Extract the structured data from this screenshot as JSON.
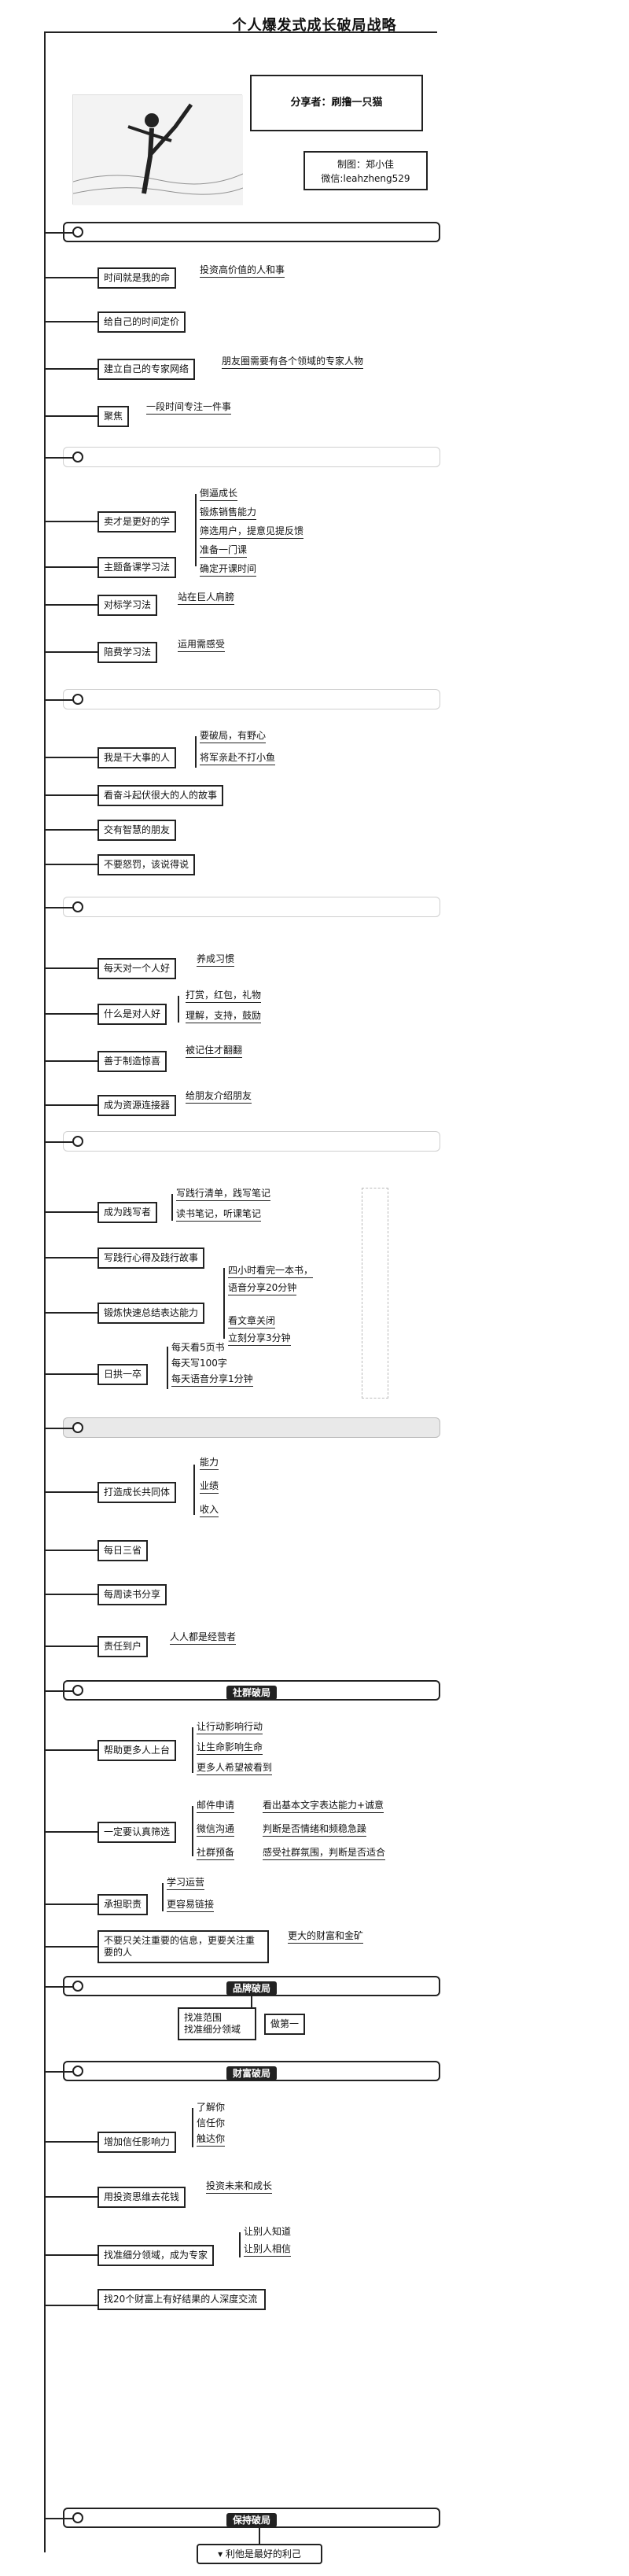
{
  "title": "个人爆发式成长破局战略",
  "sharer": "分享者：刷撸一只猫",
  "credit": {
    "maker": "制图：郑小佳",
    "wechat": "微信:leahzheng529"
  },
  "sections": [
    {
      "label": "",
      "nodes": [
        {
          "text": "时间就是我的命",
          "leaves": [
            "投资高价值的人和事"
          ]
        },
        {
          "text": "给自己的时间定价",
          "leaves": []
        },
        {
          "text": "建立自己的专家网络",
          "leaves": [
            "朋友圈需要有各个领域的专家人物"
          ]
        },
        {
          "text": "聚焦",
          "leaves": [
            "一段时间专注一件事"
          ]
        }
      ]
    },
    {
      "label": "",
      "nodes": [
        {
          "text": "卖才是更好的学",
          "leaves": [
            "倒逼成长",
            "锻炼销售能力",
            "筛选用户，提意见提反馈",
            "准备一门课",
            "确定开课时间"
          ]
        },
        {
          "text": "主题备课学习法",
          "leaves": []
        },
        {
          "text": "对标学习法",
          "leaves": [
            "站在巨人肩膀"
          ]
        },
        {
          "text": "陪费学习法",
          "leaves": [
            "运用需感受"
          ]
        }
      ]
    },
    {
      "label": "",
      "nodes": [
        {
          "text": "我是干大事的人",
          "leaves": [
            "要破局，有野心",
            "将军亲赴不打小鱼"
          ]
        },
        {
          "text": "看奋斗起伏很大的人的故事",
          "leaves": []
        },
        {
          "text": "交有智慧的朋友",
          "leaves": []
        },
        {
          "text": "不要怒罚，该说得说",
          "leaves": []
        }
      ]
    },
    {
      "label": "",
      "nodes": [
        {
          "text": "每天对一个人好",
          "leaves": [
            "养成习惯"
          ]
        },
        {
          "text": "什么是对人好",
          "leaves": [
            "打赏，红包，礼物",
            "理解，支持，鼓励"
          ]
        },
        {
          "text": "善于制造惊喜",
          "leaves": [
            "被记住才翻翻"
          ]
        },
        {
          "text": "成为资源连接器",
          "leaves": [
            "给朋友介绍朋友"
          ]
        }
      ]
    },
    {
      "label": "",
      "nodes": [
        {
          "text": "成为践写者",
          "leaves": [
            "写践行清单，践写笔记",
            "读书笔记，听课笔记"
          ]
        },
        {
          "text": "写践行心得及践行故事",
          "leaves": []
        },
        {
          "text": "锻炼快速总结表达能力",
          "leaves": [
            "四小时看完一本书，",
            "语音分享20分钟",
            "看文章关闭",
            "立刻分享3分钟"
          ]
        },
        {
          "text": "日拱一卒",
          "leaves": [
            "每天看5页书",
            "每天写100字",
            "每天语音分享1分钟"
          ]
        }
      ]
    },
    {
      "label": "",
      "nodes": [
        {
          "text": "打造成长共同体",
          "leaves": [
            "能力",
            "业绩",
            "收入"
          ]
        },
        {
          "text": "每日三省",
          "leaves": []
        },
        {
          "text": "每周读书分享",
          "leaves": []
        },
        {
          "text": "责任到户",
          "leaves": [
            "人人都是经营者"
          ]
        }
      ]
    },
    {
      "label": "社群破局",
      "nodes": [
        {
          "text": "帮助更多人上台",
          "leaves": [
            "让行动影响行动",
            "让生命影响生命",
            "更多人希望被看到"
          ]
        },
        {
          "text": "一定要认真筛选",
          "leaves": [
            "邮件申请",
            "微信沟通",
            "社群预备",
            "看出基本文字表达能力+诚意",
            "判断是否情绪和频稳急躁",
            "感受社群氛围，判断是否适合"
          ]
        },
        {
          "text": "承担职责",
          "leaves": [
            "学习运营",
            "更容易链接"
          ]
        },
        {
          "text": "不要只关注重要的信息，更要关注重要的人",
          "leaves": [
            "更大的财富和金矿"
          ]
        }
      ]
    },
    {
      "label": "品牌破局",
      "nodes": [
        {
          "text": "找准范围\n找准细分领域",
          "leaves": [
            "做第一"
          ]
        }
      ]
    },
    {
      "label": "财富破局",
      "nodes": [
        {
          "text": "增加信任影响力",
          "leaves": [
            "了解你",
            "信任你",
            "触达你"
          ]
        },
        {
          "text": "用投资思维去花钱",
          "leaves": [
            "投资未来和成长"
          ]
        },
        {
          "text": "找准细分领域，成为专家",
          "leaves": [
            "让别人知道",
            "让别人相信"
          ]
        },
        {
          "text": "找20个财富上有好结果的人深度交流",
          "leaves": []
        }
      ]
    },
    {
      "label": "保持破局",
      "nodes": []
    }
  ],
  "final": "利他是最好的利己"
}
